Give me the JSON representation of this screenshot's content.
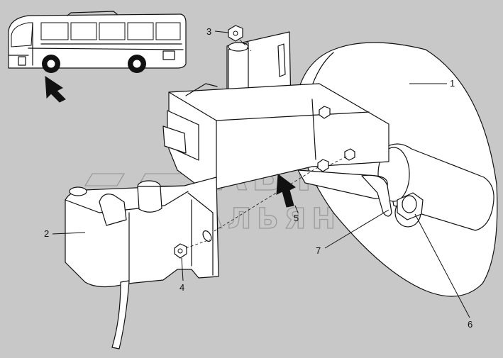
{
  "callouts": [
    {
      "id": "1",
      "label": "1"
    },
    {
      "id": "2",
      "label": "2"
    },
    {
      "id": "3",
      "label": "3"
    },
    {
      "id": "4",
      "label": "4"
    },
    {
      "id": "5",
      "label": "5"
    },
    {
      "id": "6",
      "label": "6"
    },
    {
      "id": "7",
      "label": "7"
    }
  ],
  "watermark": {
    "line1": "АВТО",
    "line2": "АЛЬЯНС"
  },
  "colors": {
    "background": "#c8c8c8",
    "part_fill": "#ffffff",
    "line": "#111111",
    "watermark": "#9a9a9a"
  }
}
